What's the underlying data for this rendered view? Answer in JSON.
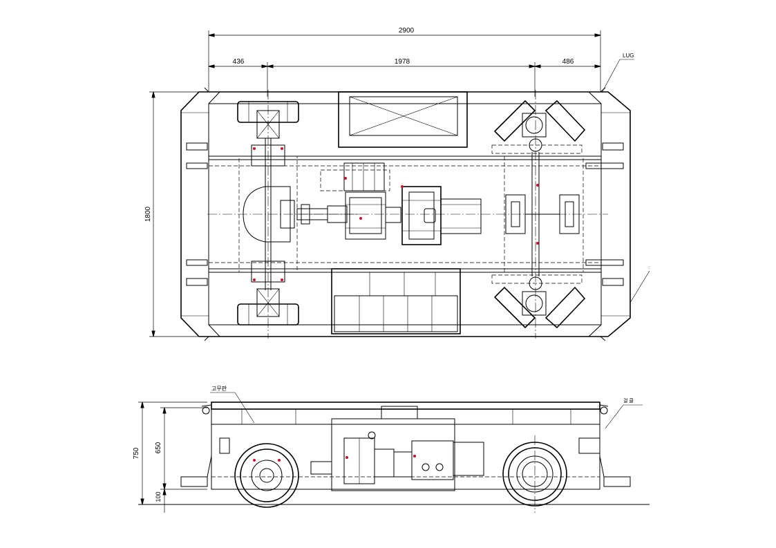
{
  "plan_view": {
    "dim_overall_length": "2900",
    "dim_front_offset": "436",
    "dim_wheelbase": "1978",
    "dim_rear_offset": "486",
    "dim_width": "1800",
    "label_lug": "LUG"
  },
  "side_view": {
    "dim_overall_height": "750",
    "dim_body_height": "650",
    "dim_ground_clearance": "100",
    "label_rubber_plate": "고무판",
    "label_lifting_lug": "걸 클"
  },
  "colors": {
    "line": "#000000",
    "background": "#ffffff",
    "marker": "#c8102e"
  }
}
